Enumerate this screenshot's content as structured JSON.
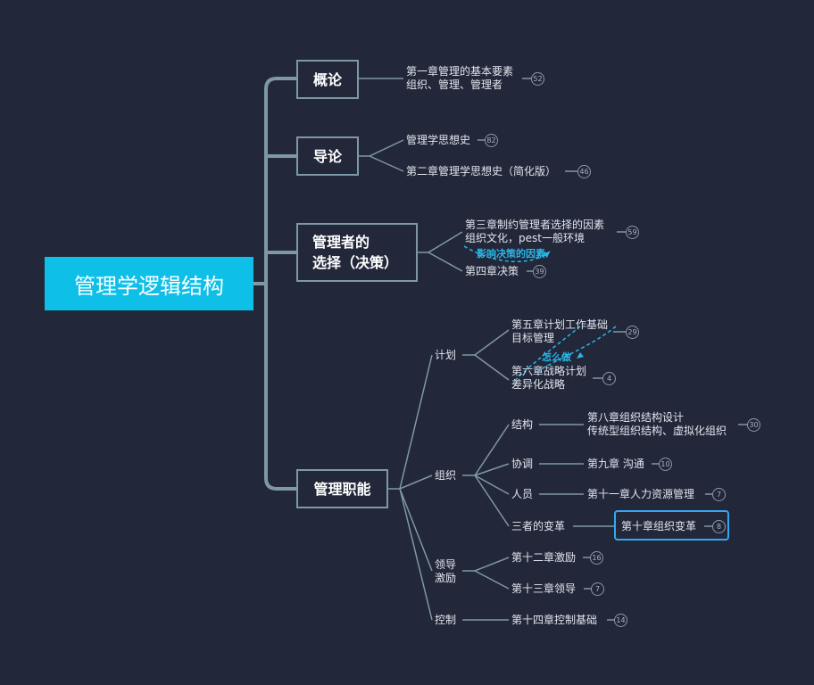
{
  "root": "管理学逻辑结构",
  "topics": [
    {
      "label": "概论",
      "children": [
        {
          "lines": [
            "第一章管理的基本要素",
            "组织、管理、管理者"
          ],
          "badge": "52"
        }
      ]
    },
    {
      "label": "导论",
      "children": [
        {
          "lines": [
            "管理学思想史"
          ],
          "badge": "82"
        },
        {
          "lines": [
            "第二章管理学思想史（简化版）"
          ],
          "badge": "46"
        }
      ]
    },
    {
      "label_lines": [
        "管理者的",
        "选择（决策）"
      ],
      "children": [
        {
          "lines": [
            "第三章制约管理者选择的因素",
            "组织文化，pest一般环境"
          ],
          "badge": "59"
        },
        {
          "lines": [
            "第四章决策"
          ],
          "badge": "39"
        }
      ]
    },
    {
      "label": "管理职能",
      "children": [
        {
          "label": "计划",
          "children": [
            {
              "lines": [
                "第五章计划工作基础",
                "目标管理"
              ],
              "badge": "29"
            },
            {
              "lines": [
                "第六章战略计划",
                "差异化战略"
              ],
              "badge": "4"
            }
          ]
        },
        {
          "label": "组织",
          "children": [
            {
              "label": "结构",
              "child": {
                "lines": [
                  "第八章组织结构设计",
                  "传统型组织结构、虚拟化组织"
                ],
                "badge": "30"
              }
            },
            {
              "label": "协调",
              "child": {
                "lines": [
                  "第九章 沟通"
                ],
                "badge": "10"
              }
            },
            {
              "label": "人员",
              "child": {
                "lines": [
                  "第十一章人力资源管理"
                ],
                "badge": "7"
              }
            },
            {
              "label": "三者的变革",
              "child": {
                "lines": [
                  "第十章组织变革"
                ],
                "badge": "8"
              }
            }
          ]
        },
        {
          "label_lines": [
            "领导",
            "激励"
          ],
          "children": [
            {
              "lines": [
                "第十二章激励"
              ],
              "badge": "16"
            },
            {
              "lines": [
                "第十三章领导"
              ],
              "badge": "7"
            }
          ]
        },
        {
          "label": "控制",
          "children": [
            {
              "lines": [
                "第十四章控制基础"
              ],
              "badge": "14"
            }
          ]
        }
      ]
    }
  ],
  "relations": [
    {
      "label": "影响决策的因素"
    },
    {
      "label": "怎么做"
    }
  ],
  "colors": {
    "background": "#22273a",
    "root": "#0ec0e8",
    "line": "#7f98a5",
    "relation": "#29b6e6",
    "selection": "#33a8f0"
  }
}
